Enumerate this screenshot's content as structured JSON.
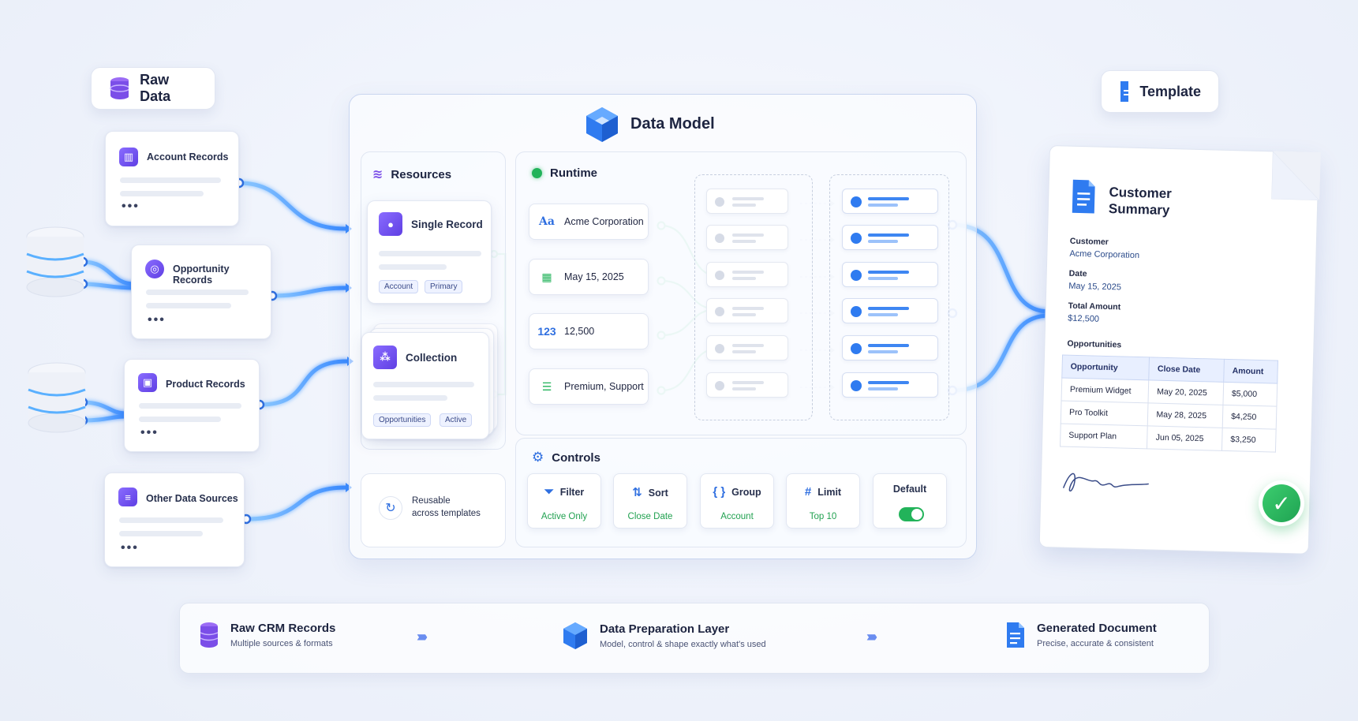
{
  "raw_data": {
    "title": "Raw Data",
    "sources": [
      {
        "label": "Account Records"
      },
      {
        "label": "Opportunity Records"
      },
      {
        "label": "Product Records"
      },
      {
        "label": "Other Data Sources"
      }
    ]
  },
  "data_model": {
    "title": "Data Model",
    "resources": {
      "title": "Resources",
      "single_record": {
        "label": "Single Record",
        "tags": [
          "Account",
          "Primary"
        ]
      },
      "collection": {
        "label": "Collection",
        "tags": [
          "Opportunities",
          "Active"
        ]
      },
      "reusable": {
        "line1": "Reusable",
        "line2": "across templates"
      }
    },
    "runtime": {
      "title": "Runtime",
      "rows": [
        {
          "icon": "Aa",
          "value": "Acme Corporation"
        },
        {
          "icon": "calendar-icon",
          "value": "May 15, 2025"
        },
        {
          "icon": "123",
          "value": "12,500"
        },
        {
          "icon": "list-icon",
          "value": "Premium, Support"
        }
      ]
    },
    "controls": {
      "title": "Controls",
      "items": [
        {
          "label": "Filter",
          "value": "Active Only",
          "icon": "filter-icon"
        },
        {
          "label": "Sort",
          "value": "Close Date",
          "icon": "sort-icon"
        },
        {
          "label": "Group",
          "value": "Account",
          "icon": "braces-icon"
        },
        {
          "label": "Limit",
          "value": "Top 10",
          "icon": "hash-icon"
        }
      ],
      "default": {
        "label": "Default",
        "toggle_on": true
      }
    }
  },
  "template": {
    "title": "Template",
    "document": {
      "title_line1": "Customer",
      "title_line2": "Summary",
      "fields": [
        {
          "label": "Customer",
          "value": "Acme Corporation"
        },
        {
          "label": "Date",
          "value": "May 15, 2025"
        },
        {
          "label": "Total Amount",
          "value": "$12,500"
        }
      ],
      "table_title": "Opportunities",
      "columns": [
        "Opportunity",
        "Close Date",
        "Amount"
      ],
      "rows": [
        [
          "Premium Widget",
          "May 20, 2025",
          "$5,000"
        ],
        [
          "Pro Toolkit",
          "May 28, 2025",
          "$4,250"
        ],
        [
          "Support Plan",
          "Jun 05, 2025",
          "$3,250"
        ]
      ]
    }
  },
  "pipeline": [
    {
      "title": "Raw CRM Records",
      "subtitle": "Multiple sources & formats",
      "icon": "database-icon"
    },
    {
      "title": "Data Preparation Layer",
      "subtitle": "Model, control & shape exactly what's used",
      "icon": "cube-icon"
    },
    {
      "title": "Generated Document",
      "subtitle": "Precise, accurate & consistent",
      "icon": "document-icon"
    }
  ],
  "colors": {
    "accent_blue": "#2f6fe0",
    "accent_purple": "#6a4cf0",
    "success_green": "#22b35a",
    "flow_blue": "#4da3ff"
  }
}
